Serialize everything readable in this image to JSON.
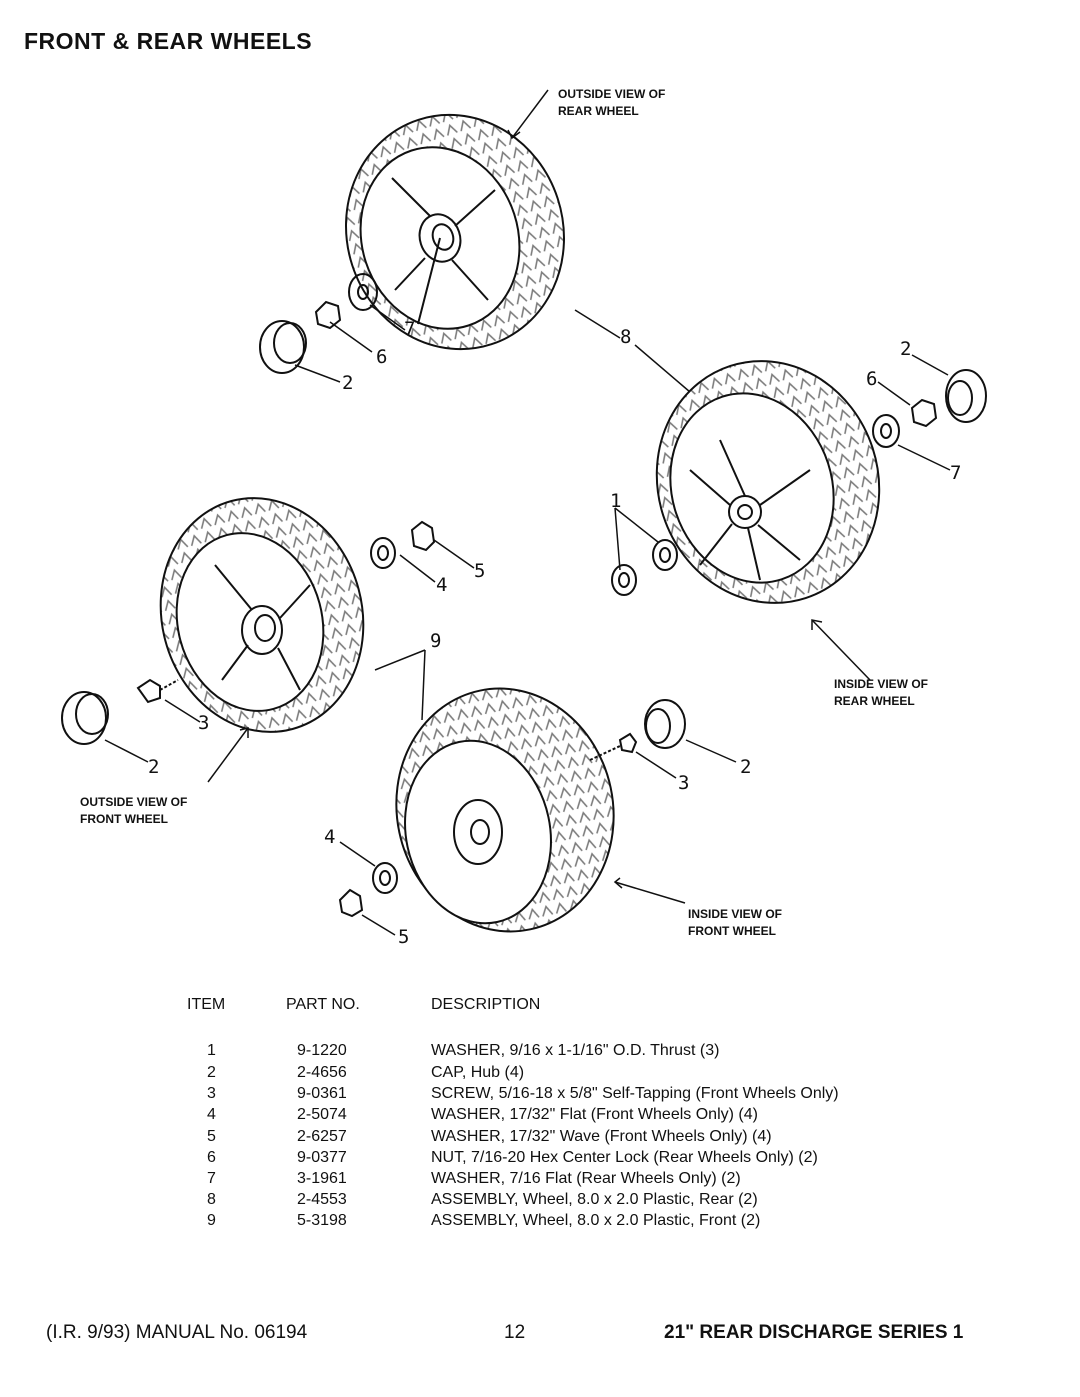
{
  "page_title": "FRONT & REAR WHEELS",
  "callouts": {
    "outside_rear": "OUTSIDE VIEW OF\nREAR WHEEL",
    "inside_rear": "INSIDE VIEW OF\nREAR WHEEL",
    "outside_front": "OUTSIDE VIEW OF\nFRONT WHEEL",
    "inside_front": "INSIDE VIEW OF\nFRONT WHEEL"
  },
  "ref_numbers": {
    "n7_top": "7",
    "n6_top": "6",
    "n2_top": "2",
    "n8": "8",
    "n2_right": "2",
    "n6_right": "6",
    "n7_right": "7",
    "n1": "1",
    "n5_mid": "5",
    "n4_mid": "4",
    "n9": "9",
    "n3_left": "3",
    "n2_left": "2",
    "n2_low": "2",
    "n3_low": "3",
    "n4_low": "4",
    "n5_low": "5"
  },
  "parts_table": {
    "headers": {
      "item": "ITEM",
      "part_no": "PART NO.",
      "description": "DESCRIPTION"
    },
    "rows": [
      {
        "item": "1",
        "part_no": "9-1220",
        "description": "WASHER, 9/16 x 1-1/16\" O.D. Thrust (3)"
      },
      {
        "item": "2",
        "part_no": "2-4656",
        "description": "CAP, Hub (4)"
      },
      {
        "item": "3",
        "part_no": "9-0361",
        "description": "SCREW, 5/16-18 x 5/8\" Self-Tapping (Front Wheels Only)"
      },
      {
        "item": "4",
        "part_no": "2-5074",
        "description": "WASHER, 17/32\" Flat (Front Wheels Only) (4)"
      },
      {
        "item": "5",
        "part_no": "2-6257",
        "description": "WASHER, 17/32\" Wave (Front Wheels Only) (4)"
      },
      {
        "item": "6",
        "part_no": "9-0377",
        "description": "NUT, 7/16-20 Hex Center Lock (Rear Wheels Only) (2)"
      },
      {
        "item": "7",
        "part_no": "3-1961",
        "description": "WASHER, 7/16 Flat (Rear Wheels Only) (2)"
      },
      {
        "item": "8",
        "part_no": "2-4553",
        "description": "ASSEMBLY, Wheel, 8.0 x 2.0 Plastic, Rear (2)"
      },
      {
        "item": "9",
        "part_no": "5-3198",
        "description": "ASSEMBLY, Wheel, 8.0 x 2.0 Plastic, Front (2)"
      }
    ]
  },
  "footer": {
    "manual": "(I.R. 9/93) MANUAL No. 06194",
    "page_number": "12",
    "series": "21\" REAR DISCHARGE SERIES 1"
  }
}
